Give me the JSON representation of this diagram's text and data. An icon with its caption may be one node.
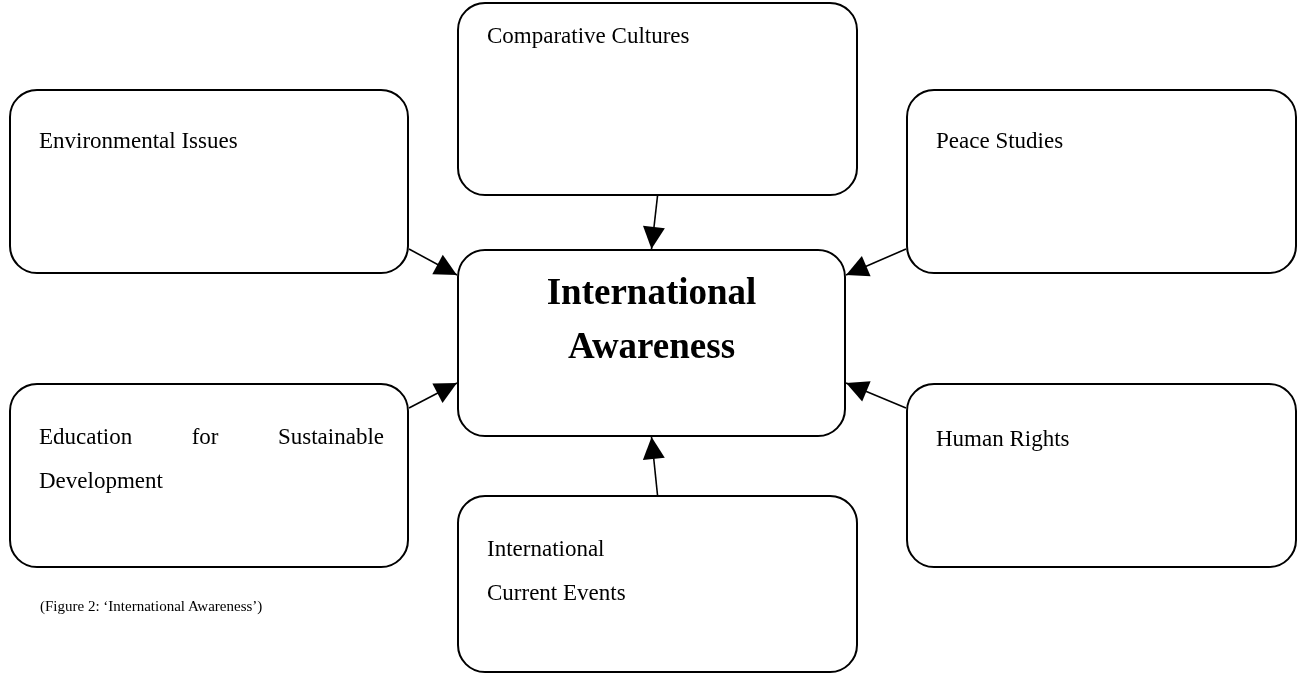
{
  "diagram": {
    "caption": "(Figure 2: ‘International Awareness’)",
    "nodes": [
      {
        "text": [
          "Comparative Cultures"
        ]
      },
      {
        "text": [
          "Environmental Issues"
        ]
      },
      {
        "text": [
          "Peace Studies"
        ]
      },
      {
        "text": [
          "International Awareness"
        ]
      },
      {
        "text": [
          "Education for Sustainable Development"
        ]
      },
      {
        "text": [
          "Human Rights"
        ]
      },
      {
        "text": [
          "International Current Events"
        ]
      }
    ],
    "edges": [
      {
        "from": 0,
        "to": 3,
        "arrow": "to"
      },
      {
        "from": 1,
        "to": 3,
        "arrow": "to"
      },
      {
        "from": 2,
        "to": 3,
        "arrow": "to"
      },
      {
        "from": 4,
        "to": 3,
        "arrow": "to"
      },
      {
        "from": 5,
        "to": 3,
        "arrow": "to"
      },
      {
        "from": 6,
        "to": 3,
        "arrow": "to"
      }
    ]
  }
}
